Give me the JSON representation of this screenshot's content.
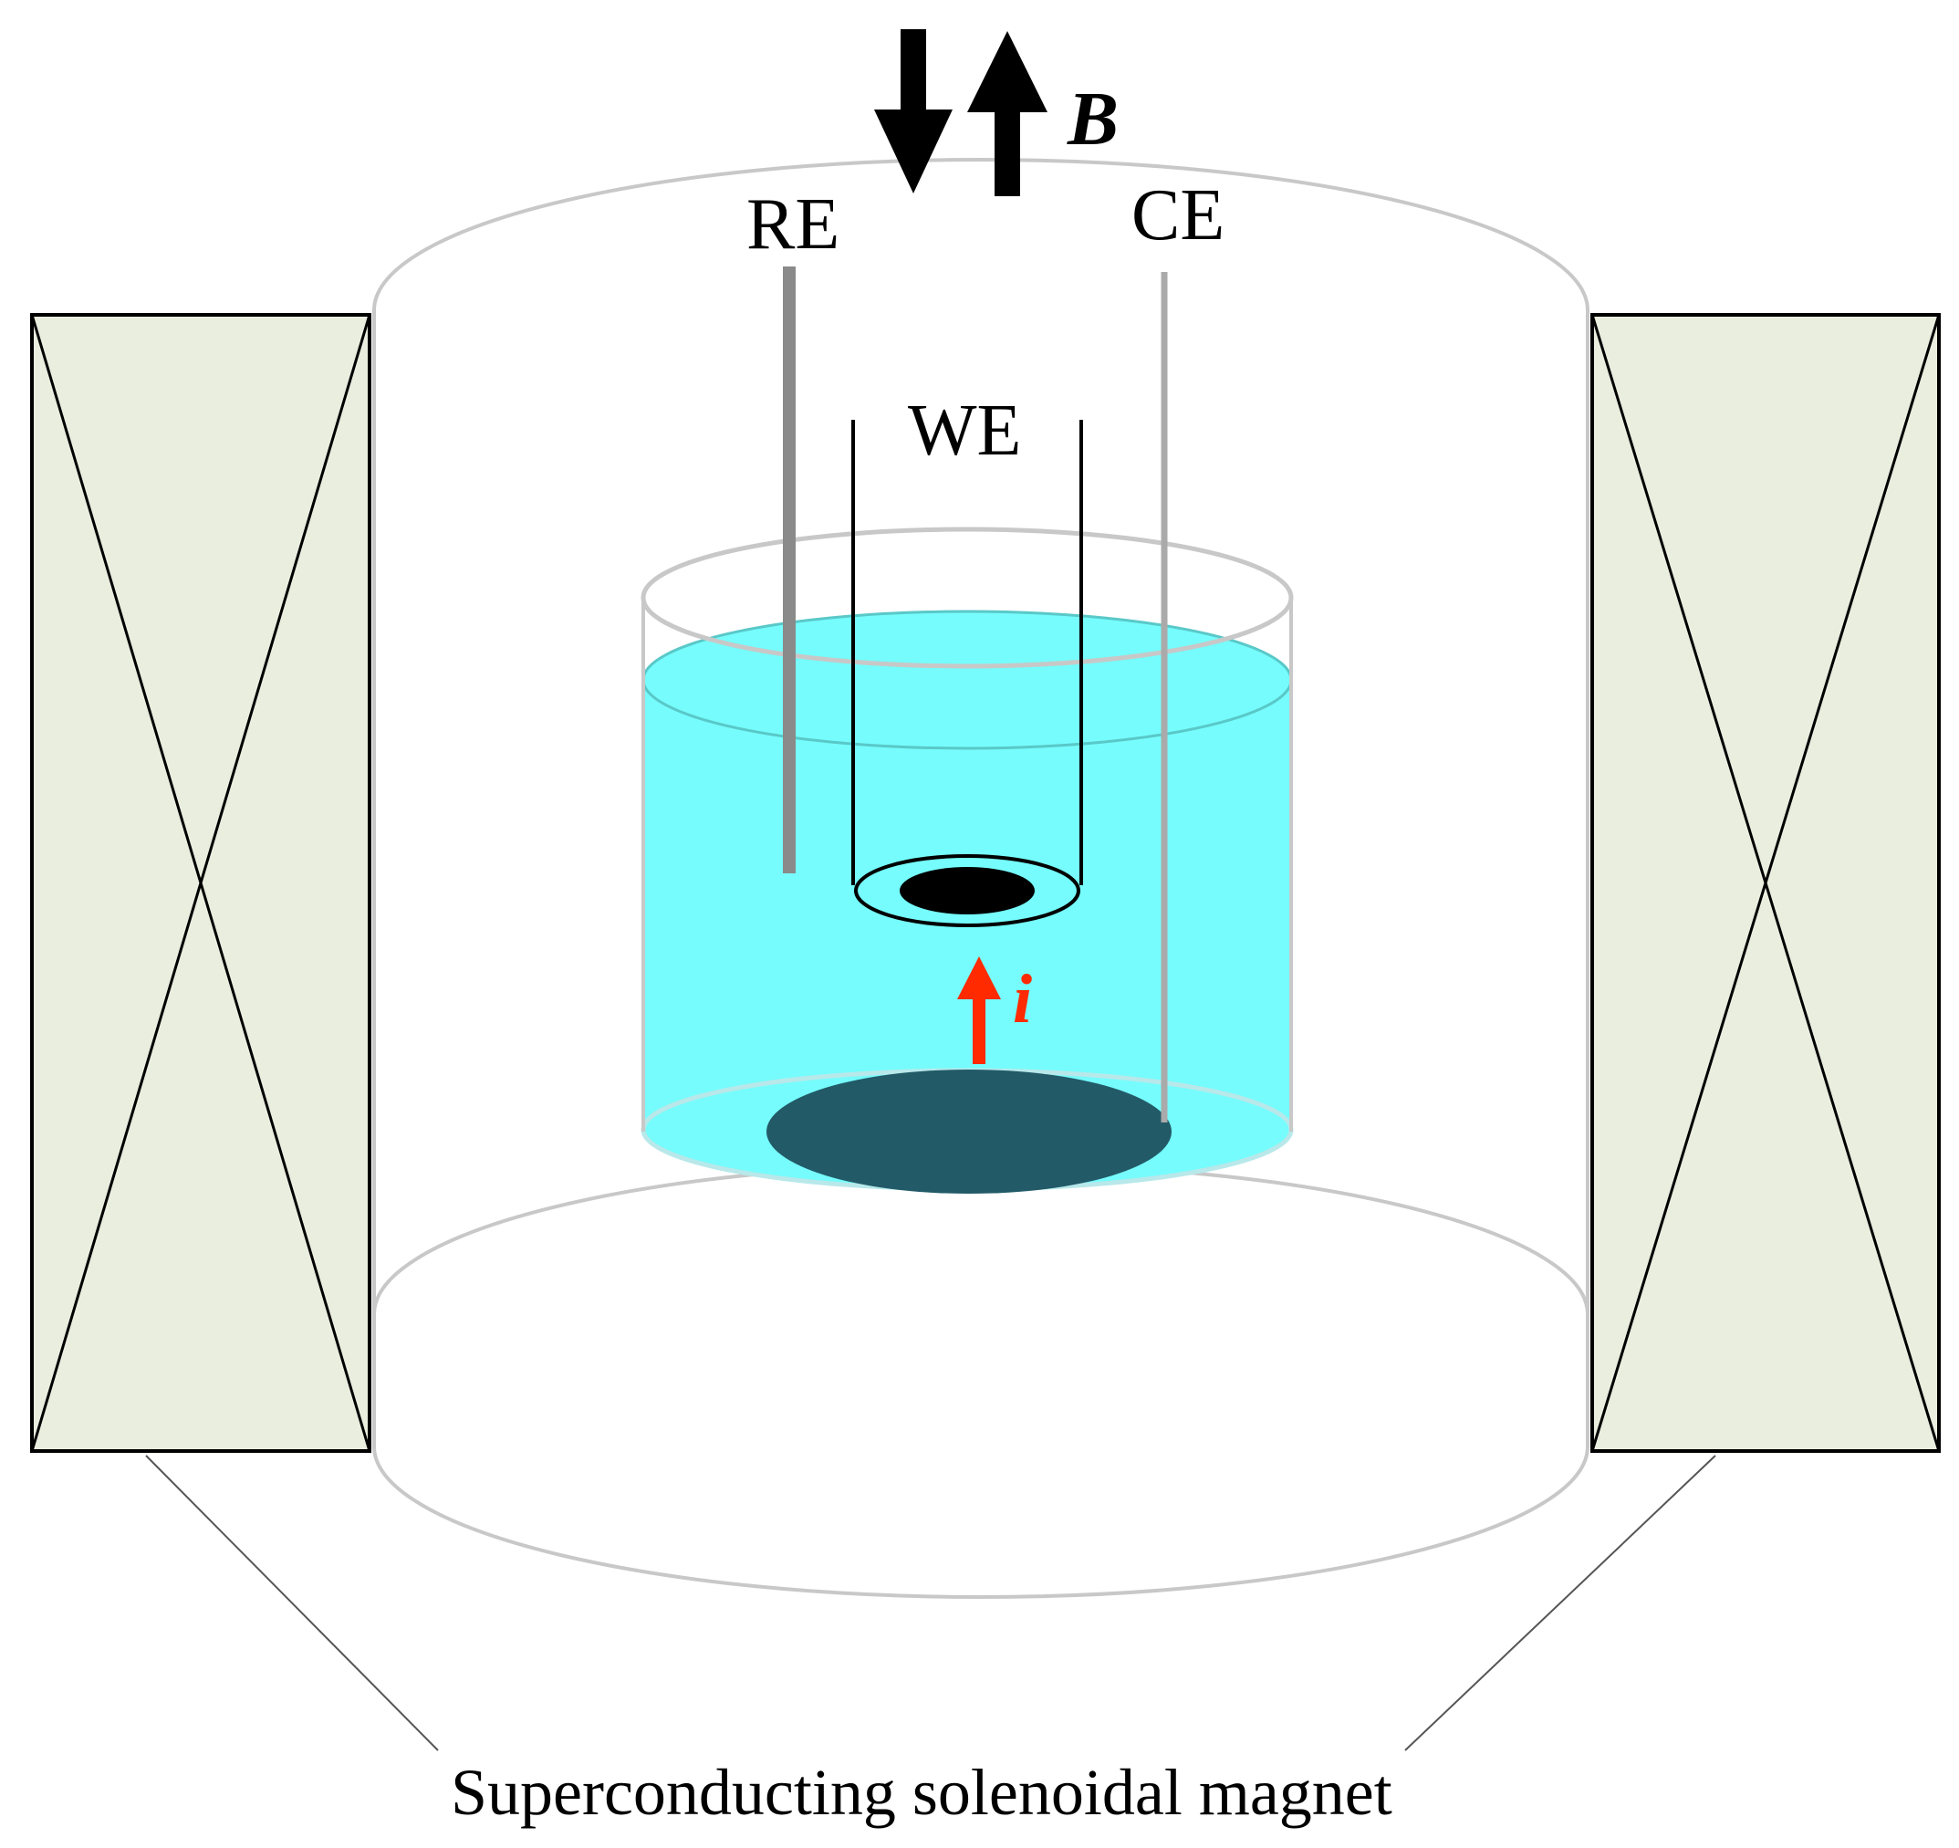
{
  "labels": {
    "reference_electrode": "RE",
    "counter_electrode": "CE",
    "working_electrode": "WE",
    "magnetic_field": "B",
    "current": "i",
    "magnet_caption": "Superconducting solenoidal magnet"
  },
  "colors": {
    "electrolyte": "#76fcfc",
    "counter_electrode_disk": "#225a68",
    "magnet_coil_fill": "#eaeedf",
    "current_arrow": "#ff2a00",
    "bore_outline": "#c8c8c8",
    "field_arrows": "#000000"
  }
}
